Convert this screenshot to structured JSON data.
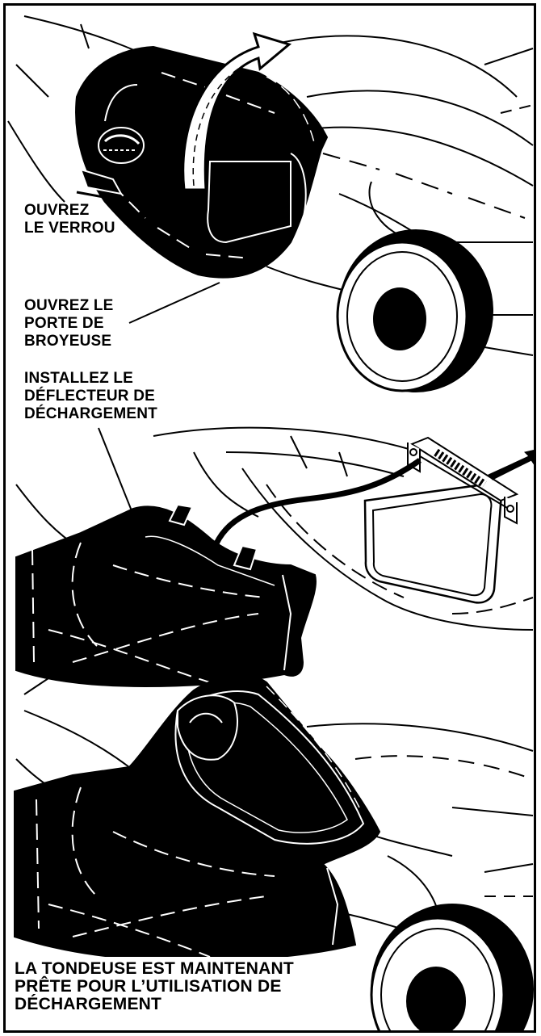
{
  "labels": {
    "open_latch": [
      "OUVREZ",
      "LE VERROU"
    ],
    "open_mulch_door": [
      "OUVREZ LE",
      "PORTE DE",
      "BROYEUSE"
    ],
    "install_deflector": [
      "INSTALLEZ LE",
      "DÉFLECTEUR DE",
      "DÉCHARGEMENT"
    ],
    "ready": [
      "LA TONDEUSE EST MAINTENANT",
      "PRÊTE POUR L’UTILISATION DE",
      "DÉCHARGEMENT"
    ]
  },
  "colors": {
    "ink": "#000000",
    "paper": "#ffffff"
  },
  "icons": {
    "rotation_arrow": "curved-arrow-icon",
    "spring_arrow": "arrow-up-right-icon"
  }
}
